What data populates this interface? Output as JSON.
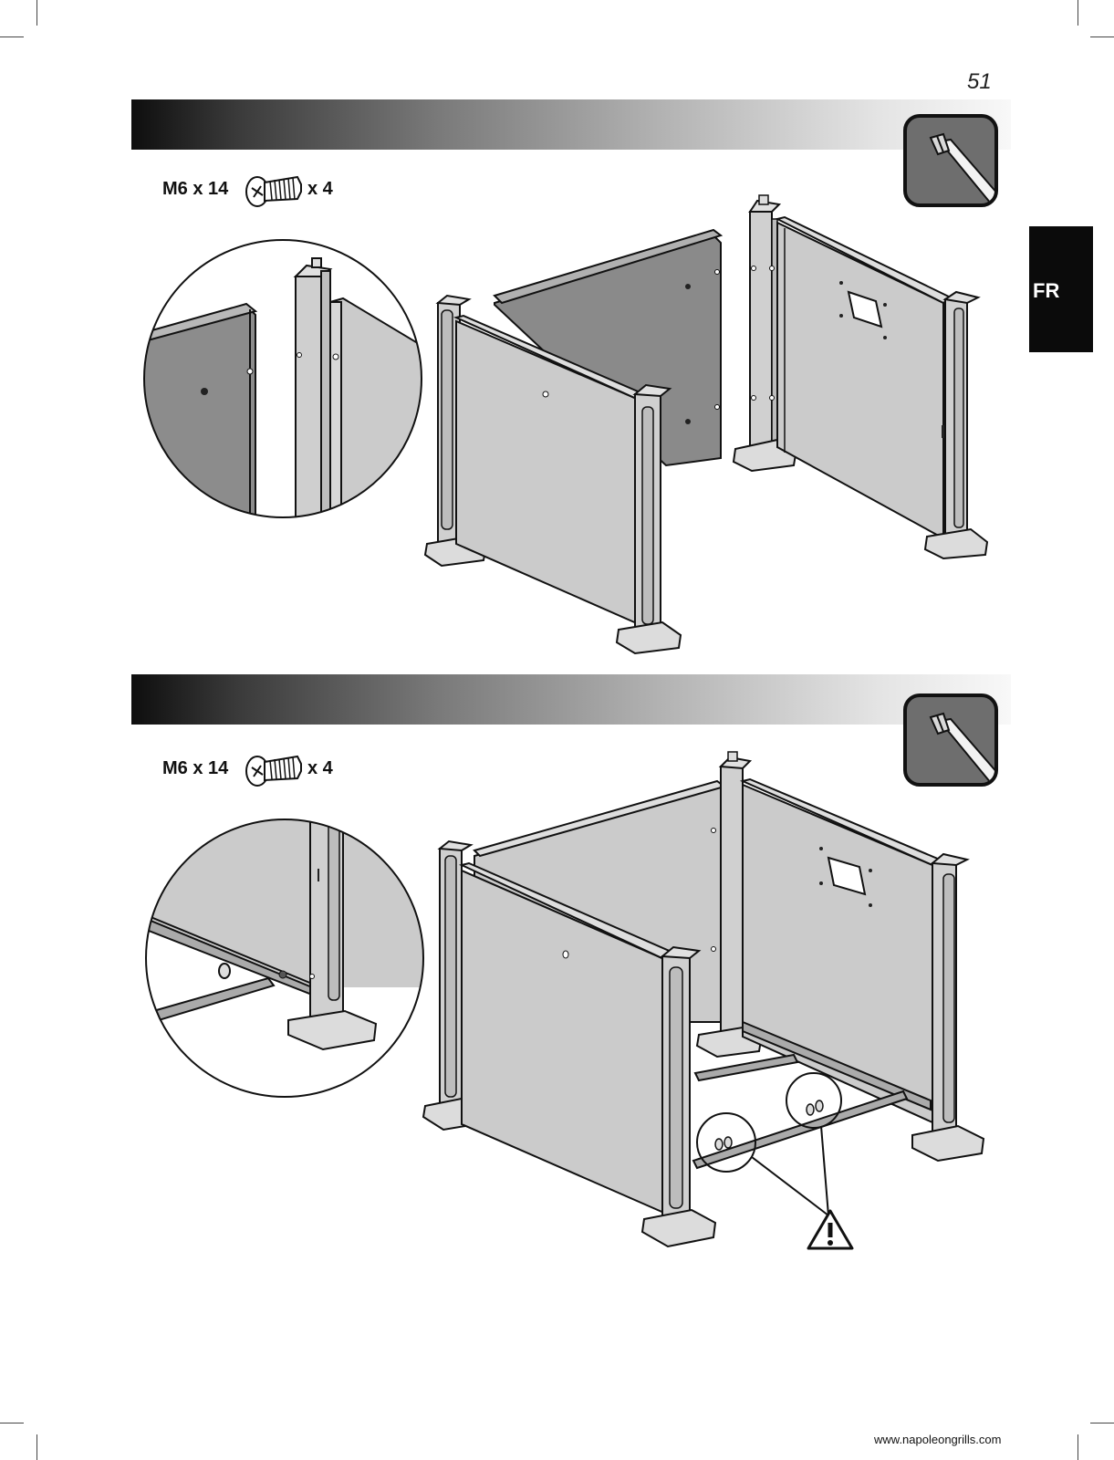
{
  "page": {
    "number": "51",
    "lang_tab": "FR",
    "footer_url": "www.napoleongrills.com"
  },
  "steps": [
    {
      "hardware_spec": "M6 x 14",
      "quantity": "x 4",
      "tool": "screwdriver-icon"
    },
    {
      "hardware_spec": "M6 x 14",
      "quantity": "x 4",
      "tool": "screwdriver-icon"
    }
  ],
  "colors": {
    "panel_light": "#cbcbcb",
    "panel_dark": "#8a8a8a",
    "outline": "#111111",
    "tab": "#0b0b0b"
  }
}
